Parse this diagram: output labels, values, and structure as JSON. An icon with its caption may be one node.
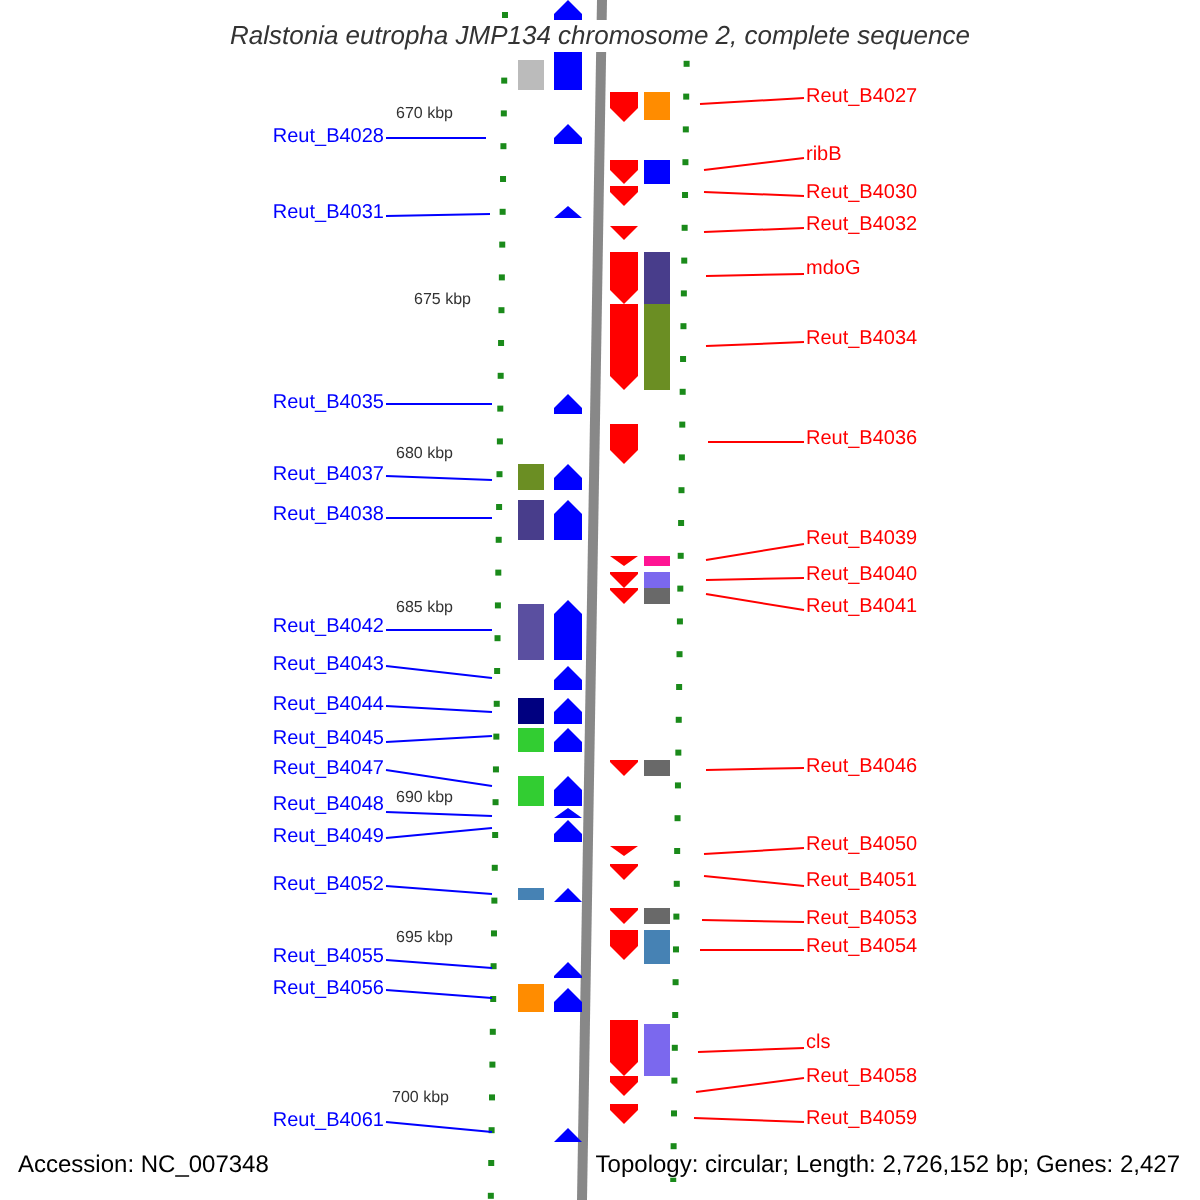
{
  "diagram": {
    "title": "Ralstonia eutropha JMP134 chromosome 2, complete sequence",
    "nodes": [
      {
        "text": [
          "Reut_B4028"
        ]
      },
      {
        "text": [
          "Reut_B4031"
        ]
      },
      {
        "text": [
          "Reut_B4035"
        ]
      },
      {
        "text": [
          "Reut_B4037"
        ]
      },
      {
        "text": [
          "Reut_B4038"
        ]
      },
      {
        "text": [
          "Reut_B4042"
        ]
      },
      {
        "text": [
          "Reut_B4043"
        ]
      },
      {
        "text": [
          "Reut_B4044"
        ]
      },
      {
        "text": [
          "Reut_B4045"
        ]
      },
      {
        "text": [
          "Reut_B4047"
        ]
      },
      {
        "text": [
          "Reut_B4048"
        ]
      },
      {
        "text": [
          "Reut_B4049"
        ]
      },
      {
        "text": [
          "Reut_B4052"
        ]
      },
      {
        "text": [
          "Reut_B4055"
        ]
      },
      {
        "text": [
          "Reut_B4056"
        ]
      },
      {
        "text": [
          "Reut_B4061"
        ]
      },
      {
        "text": [
          "Reut_B4027"
        ]
      },
      {
        "text": [
          "ribB"
        ]
      },
      {
        "text": [
          "Reut_B4030"
        ]
      },
      {
        "text": [
          "Reut_B4032"
        ]
      },
      {
        "text": [
          "mdoG"
        ]
      },
      {
        "text": [
          "Reut_B4034"
        ]
      },
      {
        "text": [
          "Reut_B4036"
        ]
      },
      {
        "text": [
          "Reut_B4039"
        ]
      },
      {
        "text": [
          "Reut_B4040"
        ]
      },
      {
        "text": [
          "Reut_B4041"
        ]
      },
      {
        "text": [
          "Reut_B4046"
        ]
      },
      {
        "text": [
          "Reut_B4050"
        ]
      },
      {
        "text": [
          "Reut_B4051"
        ]
      },
      {
        "text": [
          "Reut_B4053"
        ]
      },
      {
        "text": [
          "Reut_B4054"
        ]
      },
      {
        "text": [
          "cls"
        ]
      },
      {
        "text": [
          "Reut_B4058"
        ]
      },
      {
        "text": [
          "Reut_B4059"
        ]
      }
    ],
    "edges": [
      {
        "from": 0,
        "to": null,
        "arrow": "none",
        "color": "#0000ff"
      },
      {
        "from": 1,
        "to": null,
        "arrow": "none",
        "color": "#0000ff"
      },
      {
        "from": 2,
        "to": null,
        "arrow": "none",
        "color": "#0000ff"
      },
      {
        "from": 3,
        "to": null,
        "arrow": "none",
        "color": "#0000ff"
      },
      {
        "from": 4,
        "to": null,
        "arrow": "none",
        "color": "#0000ff"
      },
      {
        "from": 5,
        "to": null,
        "arrow": "none",
        "color": "#0000ff"
      },
      {
        "from": 6,
        "to": null,
        "arrow": "none",
        "color": "#0000ff"
      },
      {
        "from": 7,
        "to": null,
        "arrow": "none",
        "color": "#0000ff"
      },
      {
        "from": 8,
        "to": null,
        "arrow": "none",
        "color": "#0000ff"
      },
      {
        "from": 9,
        "to": null,
        "arrow": "none",
        "color": "#0000ff"
      },
      {
        "from": 10,
        "to": null,
        "arrow": "none",
        "color": "#0000ff"
      },
      {
        "from": 11,
        "to": null,
        "arrow": "none",
        "color": "#0000ff"
      },
      {
        "from": 12,
        "to": null,
        "arrow": "none",
        "color": "#0000ff"
      },
      {
        "from": 13,
        "to": null,
        "arrow": "none",
        "color": "#0000ff"
      },
      {
        "from": 14,
        "to": null,
        "arrow": "none",
        "color": "#0000ff"
      },
      {
        "from": 15,
        "to": null,
        "arrow": "none",
        "color": "#0000ff"
      },
      {
        "from": 16,
        "to": null,
        "arrow": "none"
      },
      {
        "from": 17,
        "to": null,
        "arrow": "none"
      },
      {
        "from": 18,
        "to": null,
        "arrow": "none"
      },
      {
        "from": 19,
        "to": null,
        "arrow": "none"
      },
      {
        "from": 20,
        "to": null,
        "arrow": "none"
      },
      {
        "from": 21,
        "to": null,
        "arrow": "none"
      },
      {
        "from": 22,
        "to": null,
        "arrow": "none"
      },
      {
        "from": 23,
        "to": null,
        "arrow": "none"
      },
      {
        "from": 24,
        "to": null,
        "arrow": "none"
      },
      {
        "from": 25,
        "to": null,
        "arrow": "none"
      },
      {
        "from": 26,
        "to": null,
        "arrow": "none"
      },
      {
        "from": 27,
        "to": null,
        "arrow": "none"
      },
      {
        "from": 28,
        "to": null,
        "arrow": "none"
      },
      {
        "from": 29,
        "to": null,
        "arrow": "none"
      },
      {
        "from": 30,
        "to": null,
        "arrow": "none"
      },
      {
        "from": 31,
        "to": null,
        "arrow": "none"
      },
      {
        "from": 32,
        "to": null,
        "arrow": "none"
      },
      {
        "from": 33,
        "to": null,
        "arrow": "none"
      }
    ],
    "labels": [
      "670 kbp",
      "675 kbp",
      "680 kbp",
      "685 kbp",
      "690 kbp",
      "695 kbp",
      "700 kbp",
      "Accession: NC_007348",
      "Topology: circular; Length: 2,726,152 bp; Genes: 2,427"
    ]
  }
}
